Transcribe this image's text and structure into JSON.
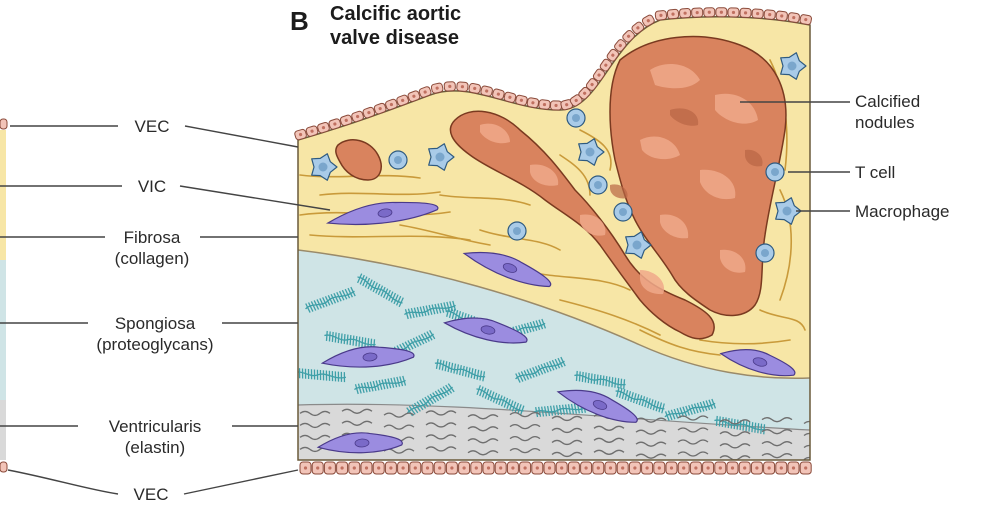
{
  "figure": {
    "panel_letter": "B",
    "title_line1": "Calcific aortic",
    "title_line2": "valve disease"
  },
  "left_labels": {
    "vec_top": "VEC",
    "vic": "VIC",
    "fibrosa_line1": "Fibrosa",
    "fibrosa_line2": "(collagen)",
    "spongiosa_line1": "Spongiosa",
    "spongiosa_line2": "(proteoglycans)",
    "ventricularis_line1": "Ventricularis",
    "ventricularis_line2": "(elastin)",
    "vec_bottom": "VEC"
  },
  "right_labels": {
    "calcified_line1": "Calcified",
    "calcified_line2": "nodules",
    "t_cell": "T cell",
    "macrophage": "Macrophage"
  },
  "colors": {
    "fibrosa": "#f7e6a6",
    "spongiosa": "#cfe4e6",
    "ventricularis": "#d9d9d9",
    "endothelial_cell": "#f2c4b8",
    "nodule": "#d9835e",
    "nodule_highlight": "#f0a98a",
    "vic_cell": "#9b8ce0",
    "t_cell": "#a9cbe8",
    "collagen_fiber": "#c99a3a",
    "proteoglycan": "#3f9fa8",
    "elastin": "#6f6f6f"
  }
}
